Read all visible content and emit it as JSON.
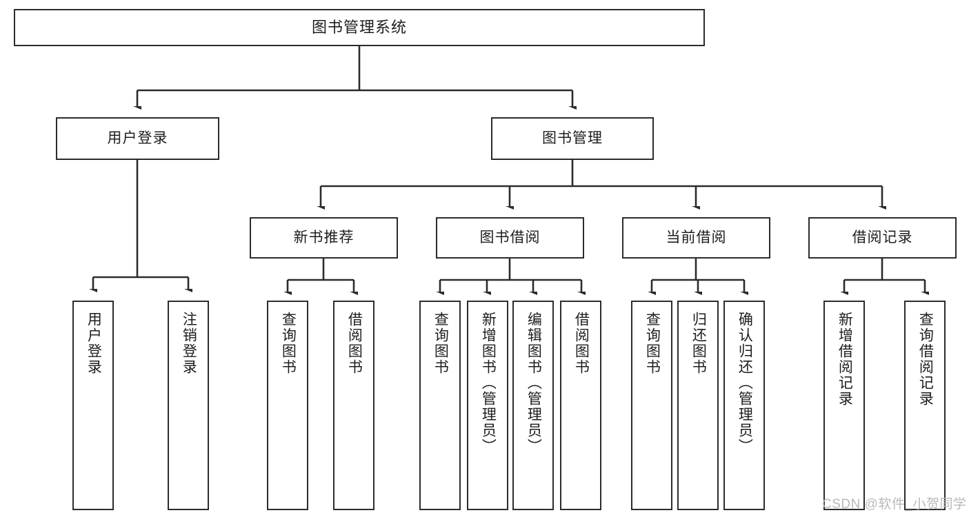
{
  "diagram": {
    "title": "图书管理系统",
    "type": "hierarchy-tree",
    "root": {
      "label": "图书管理系统"
    },
    "level2": [
      {
        "label": "用户登录"
      },
      {
        "label": "图书管理"
      }
    ],
    "level3": [
      {
        "label": "新书推荐"
      },
      {
        "label": "图书借阅"
      },
      {
        "label": "当前借阅"
      },
      {
        "label": "借阅记录"
      }
    ],
    "leaves": {
      "user_login": [
        {
          "label": "用户登录"
        },
        {
          "label": "注销登录"
        }
      ],
      "new_book_recommend": [
        {
          "label": "查询图书"
        },
        {
          "label": "借阅图书"
        }
      ],
      "book_borrow": [
        {
          "label": "查询图书"
        },
        {
          "label": "新增图书（管理员）"
        },
        {
          "label": "编辑图书（管理员）"
        },
        {
          "label": "借阅图书"
        }
      ],
      "current_borrow": [
        {
          "label": "查询图书"
        },
        {
          "label": "归还图书"
        },
        {
          "label": "确认归还（管理员）"
        }
      ],
      "borrow_records": [
        {
          "label": "新增借阅记录"
        },
        {
          "label": "查询借阅记录"
        }
      ]
    }
  },
  "watermark": {
    "text": "CSDN @软件_小贺同学"
  },
  "colors": {
    "stroke": "#2b2b2b",
    "fill": "#ffffff",
    "text": "#1d1d1d",
    "watermark": "#b9b9b9"
  }
}
